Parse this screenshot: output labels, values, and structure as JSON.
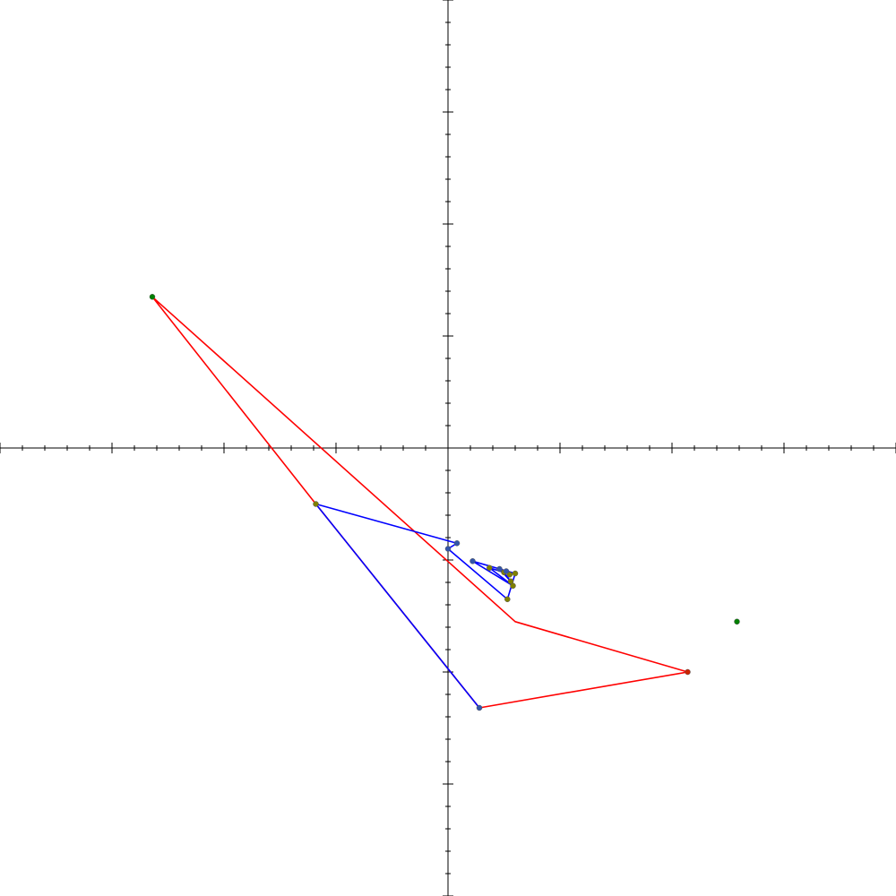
{
  "chart_data": {
    "type": "line",
    "xlim": [
      -4,
      4
    ],
    "ylim": [
      -4,
      4
    ],
    "grid": false,
    "axes": {
      "major_tick_step": 1,
      "minor_tick_step": 0.2
    },
    "colors": {
      "axis": "#000000",
      "red_path": "#ff0000",
      "blue_path": "#0000ff",
      "green_point": "#008000",
      "red_point": "#cc2200",
      "blue_point": "#3355aa",
      "olive_point": "#808000"
    },
    "series": [
      {
        "color": "red_path",
        "points": [
          [
            -2.64,
            1.35
          ],
          [
            0.6,
            -1.55
          ],
          [
            2.14,
            -2.0
          ],
          [
            0.28,
            -2.32
          ],
          [
            -1.18,
            -0.5
          ],
          [
            -2.64,
            1.35
          ]
        ]
      },
      {
        "color": "blue_path",
        "points": [
          [
            0.28,
            -2.32
          ],
          [
            -1.18,
            -0.5
          ],
          [
            0.08,
            -0.85
          ],
          [
            0.0,
            -0.9
          ],
          [
            0.53,
            -1.35
          ],
          [
            0.6,
            -1.12
          ],
          [
            0.22,
            -1.01
          ],
          [
            0.58,
            -1.23
          ],
          [
            0.37,
            -1.07
          ],
          [
            0.5,
            -1.11
          ],
          [
            0.56,
            -1.19
          ],
          [
            0.46,
            -1.08
          ],
          [
            0.55,
            -1.13
          ],
          [
            0.52,
            -1.1
          ]
        ]
      }
    ],
    "points": [
      {
        "x": -2.64,
        "y": 1.35,
        "color": "green_point"
      },
      {
        "x": 2.58,
        "y": -1.55,
        "color": "green_point"
      },
      {
        "x": 2.14,
        "y": -2.0,
        "color": "red_point"
      },
      {
        "x": 0.28,
        "y": -2.32,
        "color": "blue_point"
      },
      {
        "x": -1.18,
        "y": -0.5,
        "color": "olive_point"
      },
      {
        "x": 0.08,
        "y": -0.85,
        "color": "blue_point"
      },
      {
        "x": 0.0,
        "y": -0.9,
        "color": "blue_point"
      },
      {
        "x": 0.53,
        "y": -1.35,
        "color": "olive_point"
      },
      {
        "x": 0.6,
        "y": -1.12,
        "color": "olive_point"
      },
      {
        "x": 0.22,
        "y": -1.01,
        "color": "blue_point"
      },
      {
        "x": 0.58,
        "y": -1.23,
        "color": "olive_point"
      },
      {
        "x": 0.37,
        "y": -1.07,
        "color": "olive_point"
      },
      {
        "x": 0.5,
        "y": -1.11,
        "color": "olive_point"
      },
      {
        "x": 0.56,
        "y": -1.19,
        "color": "olive_point"
      },
      {
        "x": 0.46,
        "y": -1.08,
        "color": "blue_point"
      },
      {
        "x": 0.55,
        "y": -1.13,
        "color": "olive_point"
      },
      {
        "x": 0.52,
        "y": -1.1,
        "color": "blue_point"
      }
    ]
  }
}
